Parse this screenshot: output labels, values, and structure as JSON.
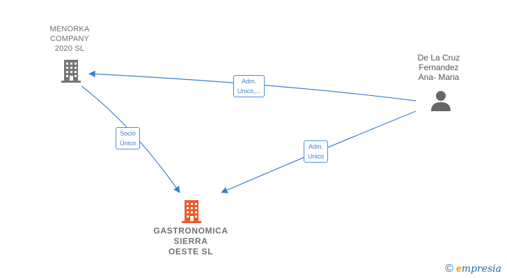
{
  "nodes": {
    "menorka": {
      "label": "MENORKA\nCOMPANY\n2020  SL",
      "icon": "building-icon",
      "color": "#777777"
    },
    "person": {
      "label": "De La Cruz\nFernandez\nAna-  Maria",
      "icon": "person-icon",
      "color": "#666666"
    },
    "gastronomica": {
      "label": "GASTRONOMICA\nSIERRA\nOESTE  SL",
      "icon": "building-icon",
      "color": "#f05a28"
    }
  },
  "edges": {
    "person_to_menorka": {
      "label": "Adm.\nUnico,..."
    },
    "menorka_to_gastronomica": {
      "label": "Socio\nÚnico"
    },
    "person_to_gastronomica": {
      "label": "Adm.\nUnico"
    }
  },
  "colors": {
    "edge": "#3a7fd0"
  },
  "brand": {
    "copyright": "©",
    "e": "e",
    "rest": "mpresia"
  }
}
